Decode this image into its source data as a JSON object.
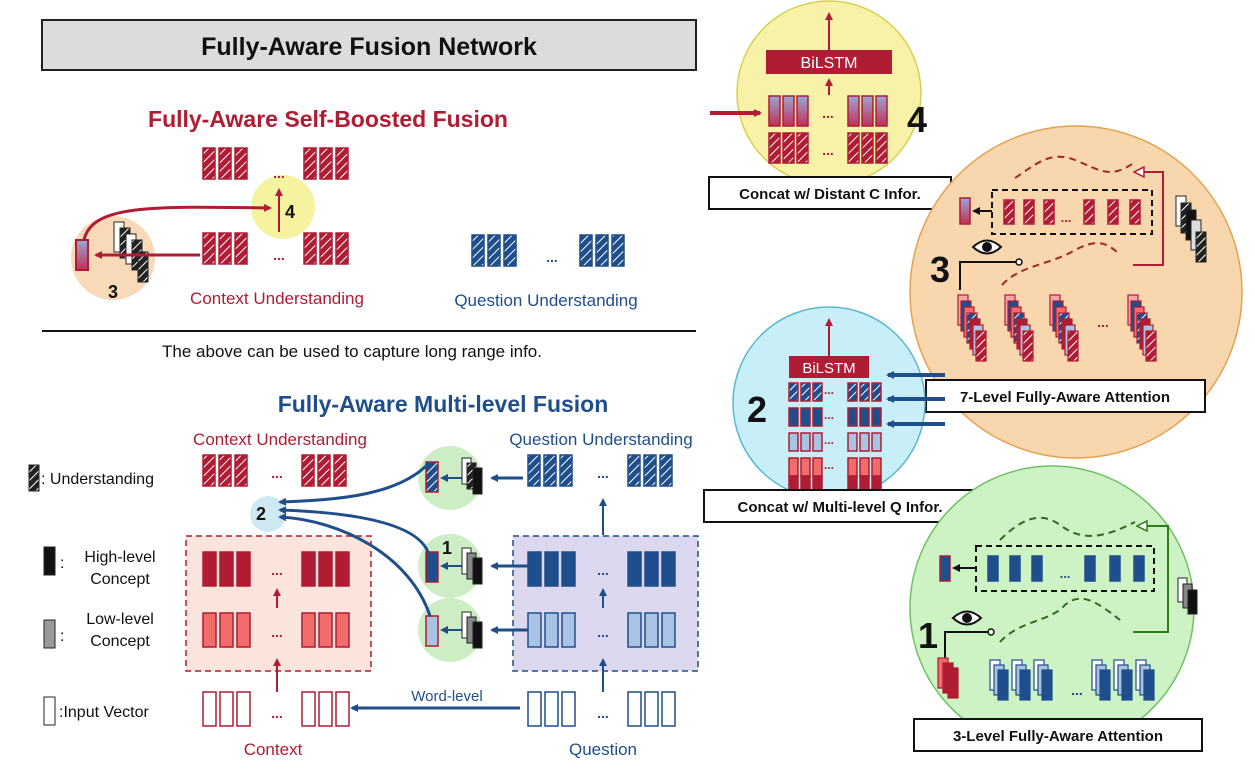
{
  "title": "Fully-Aware Fusion Network",
  "self_boosted": {
    "heading": "Fully-Aware Self-Boosted Fusion",
    "context_label": "Context Understanding",
    "question_label": "Question Understanding",
    "step_4": "4",
    "step_3": "3",
    "ellipsis": "..."
  },
  "note": "The above can be used to capture long range info.",
  "multi_level": {
    "heading": "Fully-Aware Multi-level Fusion",
    "context_understanding": "Context Understanding",
    "question_understanding": "Question Understanding",
    "context": "Context",
    "question": "Question",
    "word_level": "Word-level",
    "step_1": "1",
    "step_2": "2",
    "ellipsis": "..."
  },
  "legend": {
    "understanding": ": Understanding",
    "high_level_1": "High-level",
    "high_level_2": "Concept",
    "low_level_1": "Low-level",
    "low_level_2": "Concept",
    "input_vector": ":Input Vector",
    "colon": ":"
  },
  "zoom4": {
    "bilstm": "BiLSTM",
    "number": "4",
    "caption": "Concat w/ Distant C Infor."
  },
  "zoom3": {
    "number": "3",
    "caption": "7-Level Fully-Aware Attention"
  },
  "zoom2": {
    "bilstm": "BiLSTM",
    "number": "2",
    "caption": "Concat w/ Multi-level Q Infor."
  },
  "zoom1": {
    "number": "1",
    "caption": "3-Level Fully-Aware Attention"
  },
  "colors": {
    "red": "#b01c33",
    "blue": "#1f4e8c",
    "light_red": "#f26c6c",
    "light_blue": "#a9c3e3"
  }
}
